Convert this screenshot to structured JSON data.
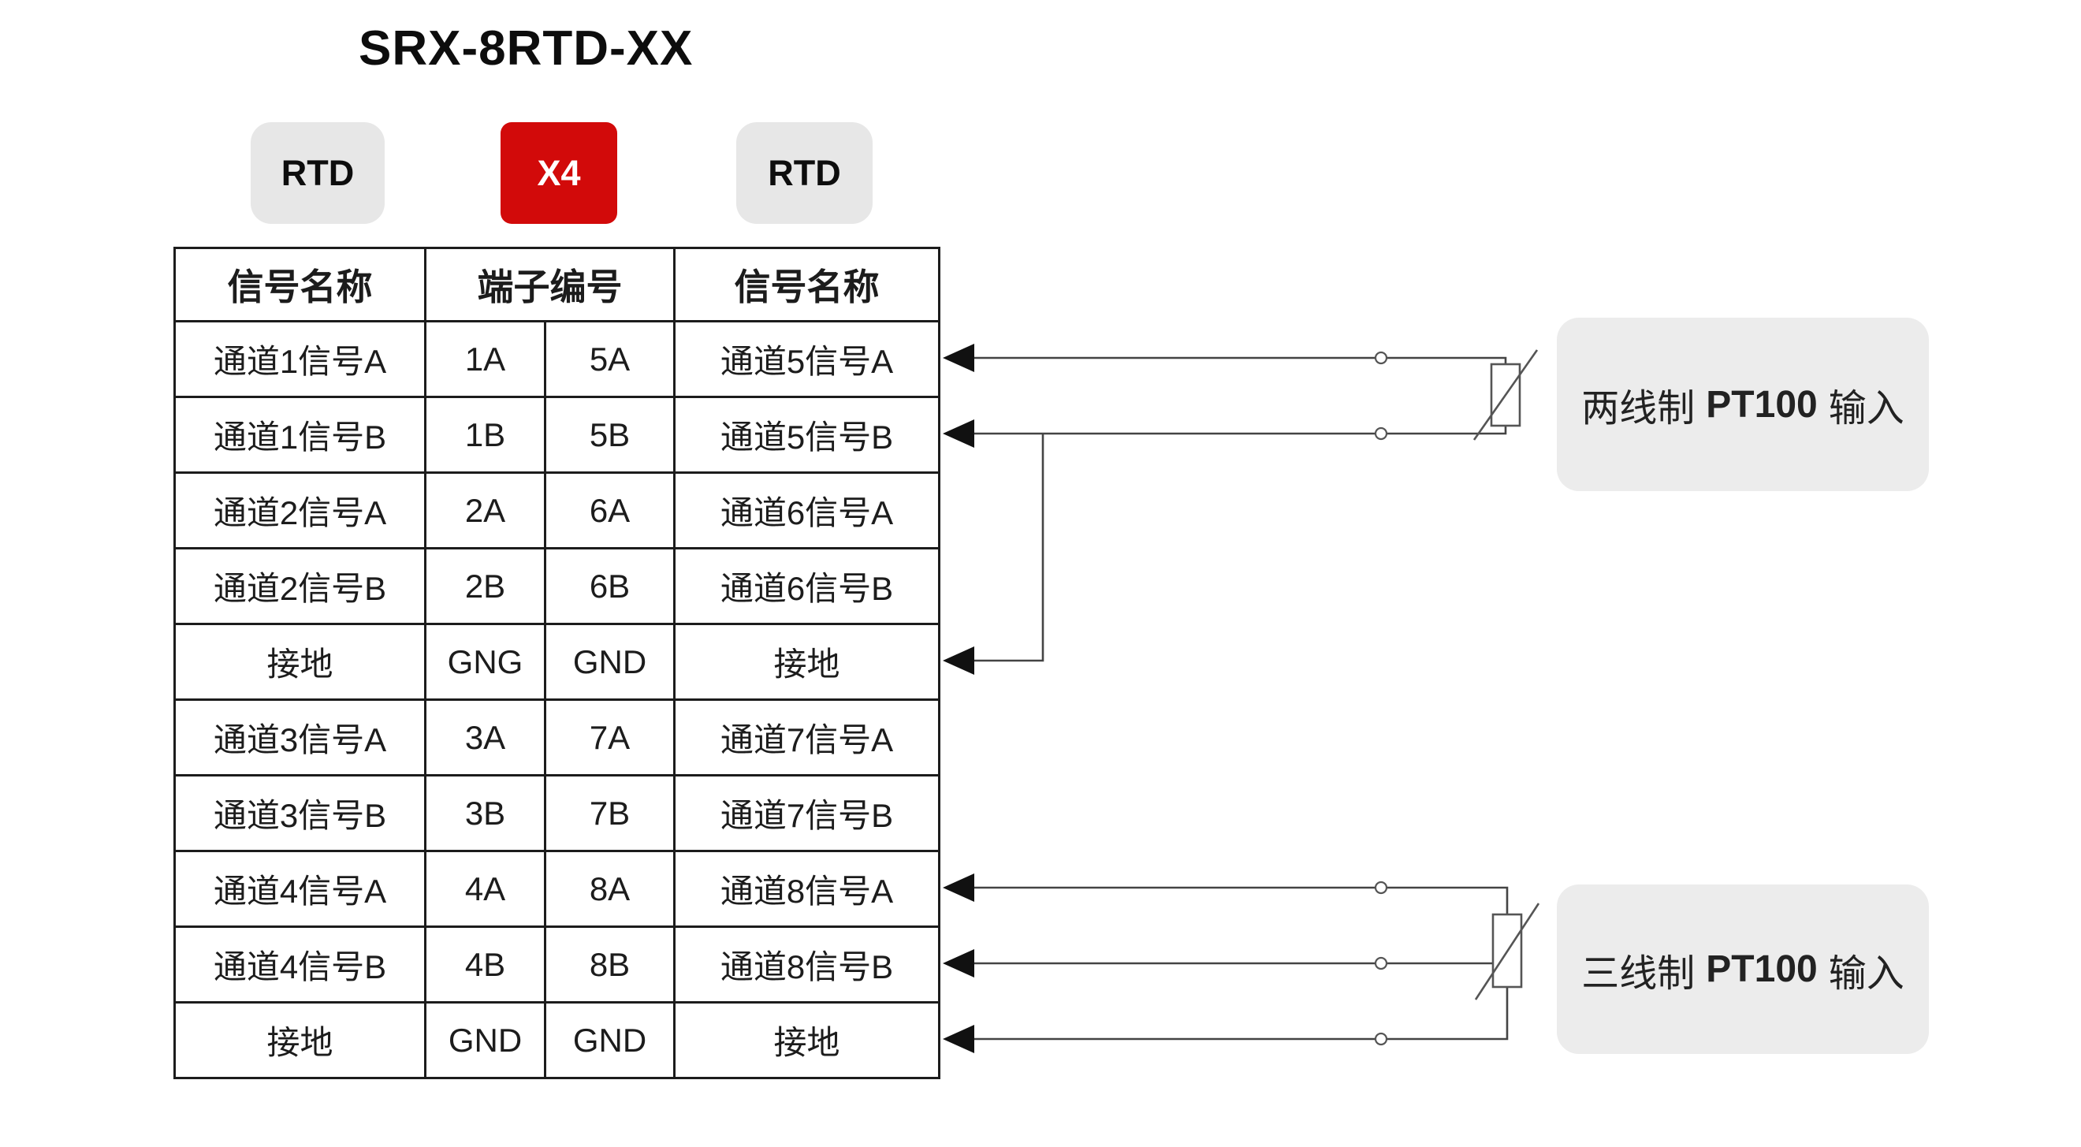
{
  "title": "SRX-8RTD-XX",
  "badges": [
    {
      "label": "RTD",
      "variant": "gray"
    },
    {
      "label": "X4",
      "variant": "red"
    },
    {
      "label": "RTD",
      "variant": "gray"
    }
  ],
  "table": {
    "headers": [
      "信号名称",
      "端子编号",
      "信号名称"
    ],
    "rows": [
      {
        "left": "通道1信号A",
        "t1": "1A",
        "t2": "5A",
        "right": "通道5信号A"
      },
      {
        "left": "通道1信号B",
        "t1": "1B",
        "t2": "5B",
        "right": "通道5信号B"
      },
      {
        "left": "通道2信号A",
        "t1": "2A",
        "t2": "6A",
        "right": "通道6信号A"
      },
      {
        "left": "通道2信号B",
        "t1": "2B",
        "t2": "6B",
        "right": "通道6信号B"
      },
      {
        "left": "接地",
        "t1": "GNG",
        "t2": "GND",
        "right": "接地"
      },
      {
        "left": "通道3信号A",
        "t1": "3A",
        "t2": "7A",
        "right": "通道7信号A"
      },
      {
        "left": "通道3信号B",
        "t1": "3B",
        "t2": "7B",
        "right": "通道7信号B"
      },
      {
        "left": "通道4信号A",
        "t1": "4A",
        "t2": "8A",
        "right": "通道8信号A"
      },
      {
        "left": "通道4信号B",
        "t1": "4B",
        "t2": "8B",
        "right": "通道8信号B"
      },
      {
        "left": "接地",
        "t1": "GND",
        "t2": "GND",
        "right": "接地"
      }
    ]
  },
  "annotations": {
    "two_wire": {
      "prefix": "两线制",
      "bold": "PT100",
      "suffix": "输入"
    },
    "three_wire": {
      "prefix": "三线制",
      "bold": "PT100",
      "suffix": "输入"
    }
  },
  "colors": {
    "accent_red": "#d20a0a",
    "badge_gray": "#e7e7e7",
    "note_box_gray": "#ececec",
    "table_border": "#1c1c1c",
    "wire": "#444444"
  }
}
